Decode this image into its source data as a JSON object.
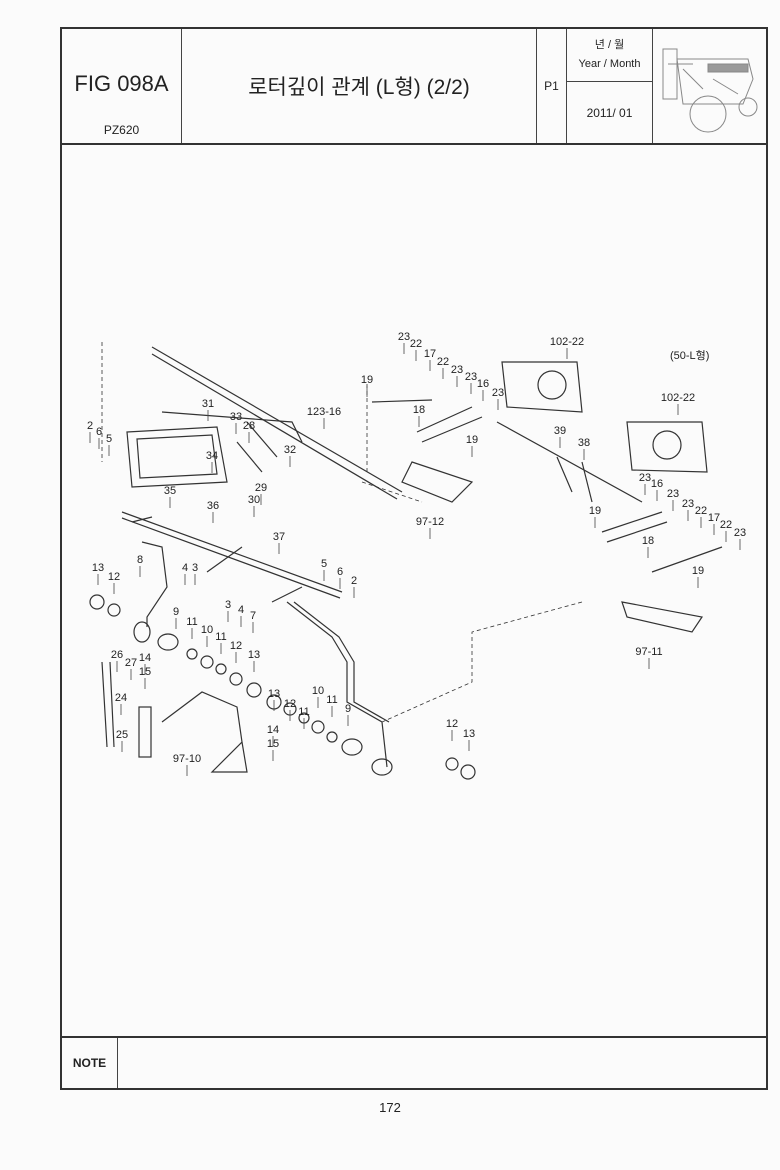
{
  "header": {
    "fig_number": "FIG 098A",
    "model": "PZ620",
    "title": "로터깊이 관계 (L형) (2/2)",
    "page_ref": "P1",
    "year_month_label_kr": "년 / 월",
    "year_month_label_en": "Year / Month",
    "year_month_value": "2011/ 01"
  },
  "diagram": {
    "variant_label": "(50-L형)",
    "callouts": [
      "2",
      "6",
      "5",
      "31",
      "33",
      "28",
      "34",
      "32",
      "29",
      "30",
      "36",
      "35",
      "123-16",
      "8",
      "4",
      "3",
      "37",
      "13",
      "12",
      "5",
      "6",
      "2",
      "3",
      "4",
      "7",
      "9",
      "11",
      "10",
      "11",
      "12",
      "13",
      "26",
      "27",
      "14",
      "15",
      "24",
      "25",
      "97-10",
      "13",
      "12",
      "11",
      "10",
      "11",
      "9",
      "14",
      "15",
      "12",
      "13",
      "23",
      "22",
      "17",
      "22",
      "23",
      "23",
      "16",
      "23",
      "19",
      "18",
      "19",
      "97-12",
      "102-22",
      "102-22",
      "39",
      "38",
      "23",
      "16",
      "23",
      "23",
      "22",
      "17",
      "22",
      "23",
      "19",
      "18",
      "19",
      "97-11"
    ]
  },
  "footer": {
    "note_label": "NOTE",
    "page_number": "172"
  }
}
